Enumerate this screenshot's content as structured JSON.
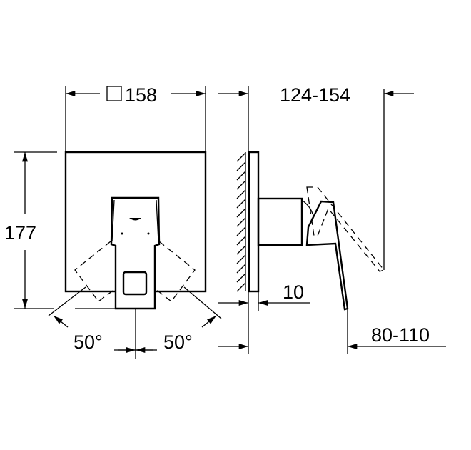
{
  "dimensions": {
    "width": "158",
    "width_symbol": "square",
    "height": "177",
    "angle_left": "50°",
    "angle_right": "50°",
    "projection": "124-154",
    "plate_thickness": "10",
    "handle_projection": "80-110"
  }
}
